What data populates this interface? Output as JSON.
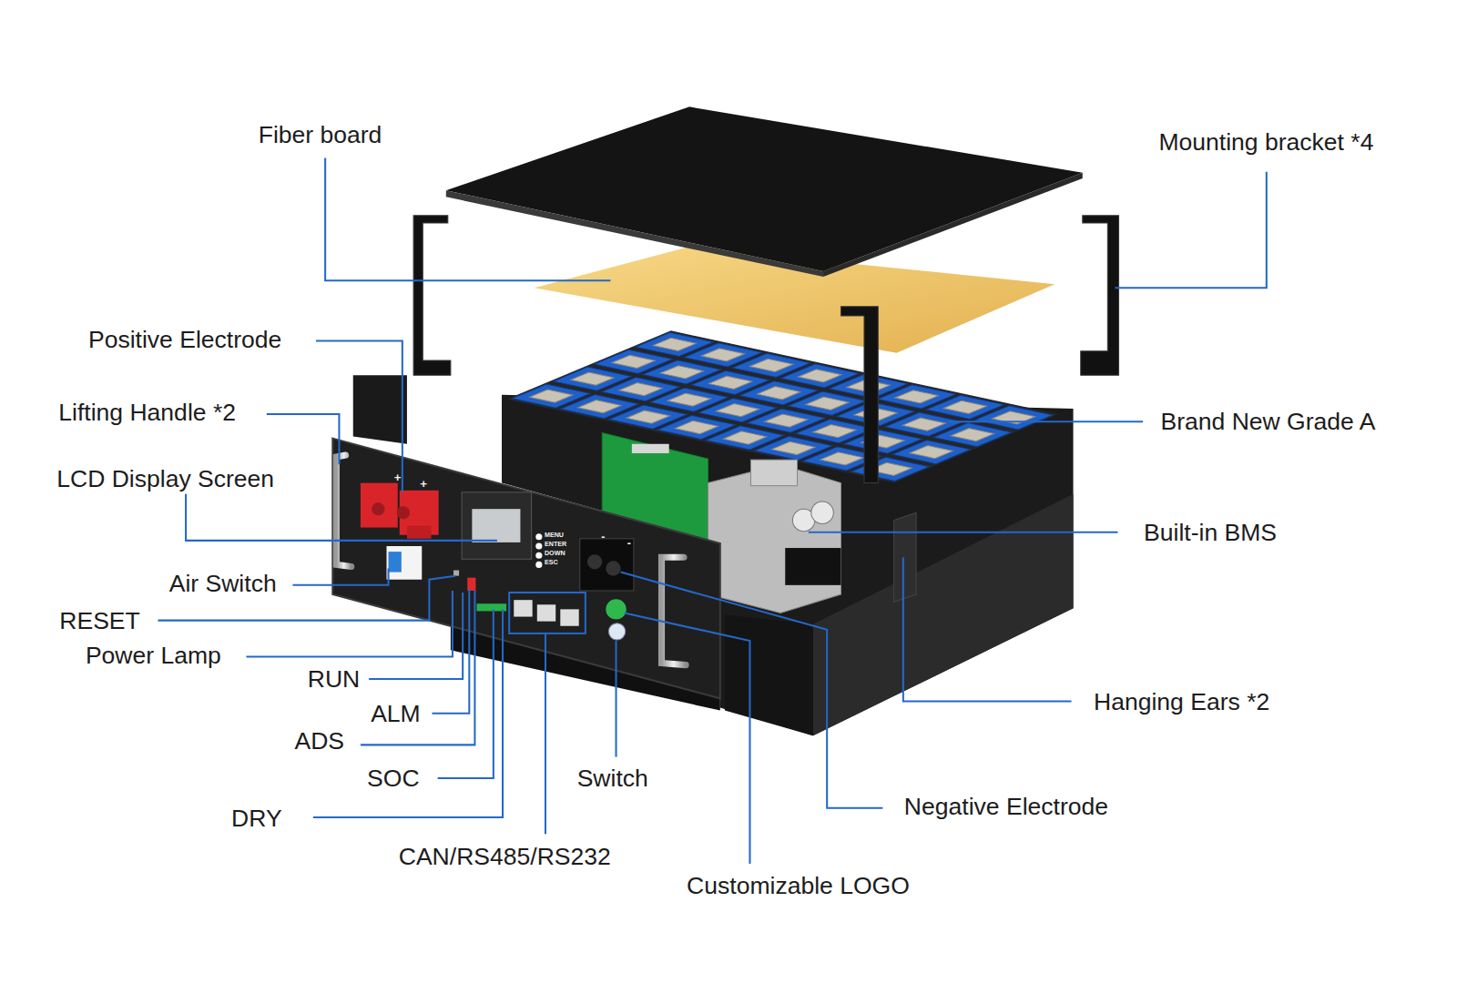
{
  "diagram": {
    "labels": [
      "Fiber board",
      "Mounting bracket *4",
      "Positive Electrode",
      "Lifting Handle *2",
      "LCD Display Screen",
      "Brand New Grade A",
      "Built-in BMS",
      "Air Switch",
      "RESET",
      "Power Lamp",
      "RUN",
      "ALM",
      "ADS",
      "SOC",
      "DRY",
      "Switch",
      "Negative Electrode",
      "Hanging Ears *2",
      "CAN/RS485/RS232",
      "Customizable LOGO",
      "+",
      "+",
      "MENU",
      "ENTER",
      "DOWN",
      "ESC",
      "-",
      "-"
    ]
  }
}
